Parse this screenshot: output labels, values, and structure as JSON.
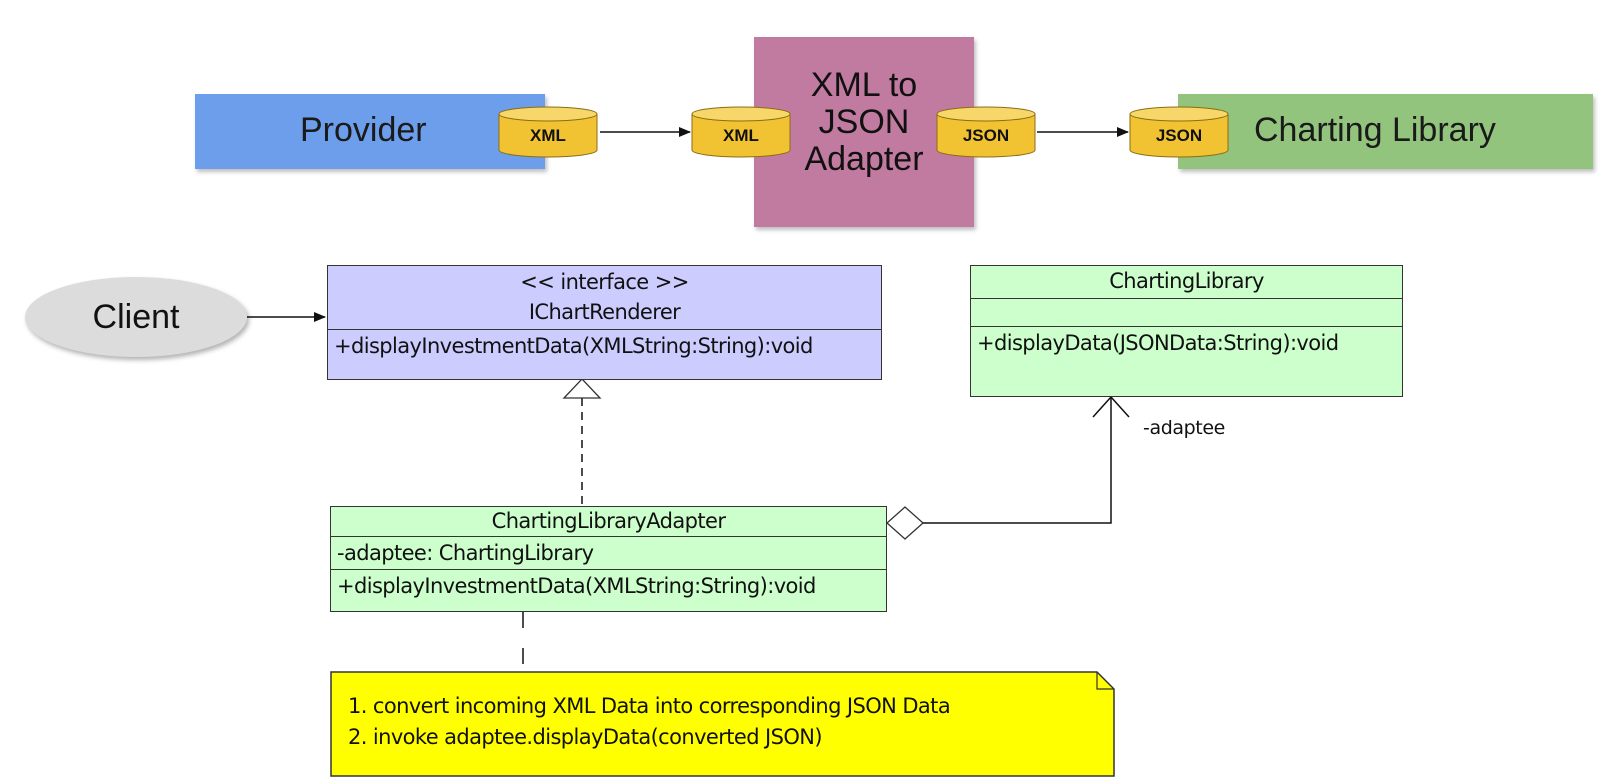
{
  "flow": {
    "provider": "Provider",
    "adapter_lines": [
      "XML to",
      "JSON",
      "Adapter"
    ],
    "charting": "Charting Library",
    "cylinders": {
      "xml_out": "XML",
      "xml_in": "XML",
      "json_out": "JSON",
      "json_in": "JSON"
    }
  },
  "uml": {
    "client": "Client",
    "interface": {
      "stereotype": "<< interface >>",
      "name": "IChartRenderer",
      "method": "+displayInvestmentData(XMLString:String):void"
    },
    "charting_library": {
      "name": "ChartingLibrary",
      "method": "+displayData(JSONData:String):void"
    },
    "adapter": {
      "name": "ChartingLibraryAdapter",
      "attribute": "-adaptee: ChartingLibrary",
      "method": "+displayInvestmentData(XMLString:String):void"
    },
    "role_label": "-adaptee",
    "note_lines": [
      "1. convert incoming XML Data into corresponding JSON Data",
      "2. invoke adaptee.displayData(converted JSON)"
    ]
  },
  "colors": {
    "provider": "#6d9eeb",
    "adapter": "#c27ba0",
    "charting": "#93c47d",
    "cylinder": "#f1c232",
    "interface_fill": "#ccccff",
    "class_fill": "#ccffcc",
    "note_fill": "#ffff00",
    "client_fill": "#dcdcdc"
  }
}
